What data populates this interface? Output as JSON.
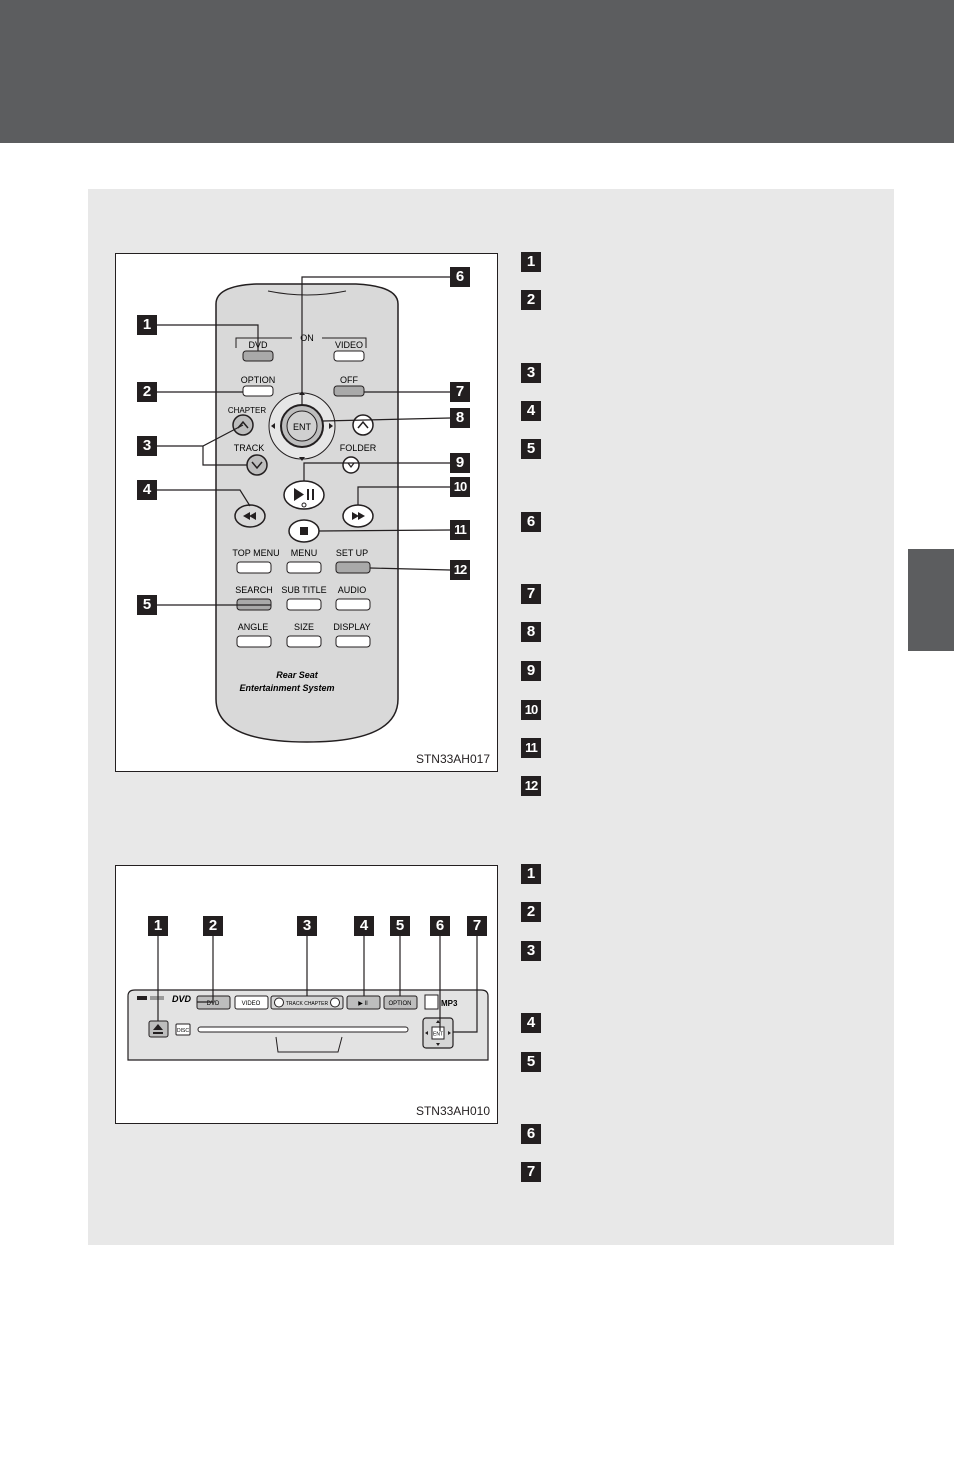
{
  "remote_figure": {
    "code": "STN33AH017",
    "callouts": [
      "1",
      "2",
      "3",
      "4",
      "5",
      "6",
      "7",
      "8",
      "9",
      "10",
      "11",
      "12"
    ],
    "labels": {
      "on": "ON",
      "dvd": "DVD",
      "video": "VIDEO",
      "option": "OPTION",
      "off": "OFF",
      "chapter": "CHAPTER",
      "track": "TRACK",
      "folder": "FOLDER",
      "ent": "ENT",
      "top_menu": "TOP MENU",
      "menu": "MENU",
      "set_up": "SET  UP",
      "search": "SEARCH",
      "sub_title": "SUB TITLE",
      "audio": "AUDIO",
      "angle": "ANGLE",
      "size": "SIZE",
      "display": "DISPLAY",
      "brand_line1": "Rear Seat",
      "brand_line2": "Entertainment System"
    }
  },
  "player_figure": {
    "code": "STN33AH010",
    "callouts": [
      "1",
      "2",
      "3",
      "4",
      "5",
      "6",
      "7"
    ],
    "labels": {
      "dvd": "DVD",
      "video": "VIDEO",
      "track_chapter": "TRACK CHAPTER",
      "play_pause": "▶ II",
      "option": "OPTION",
      "mp3": "MP3",
      "disc": "DISC",
      "ent": "ENT"
    }
  },
  "remote_list_badges": [
    "1",
    "2",
    "3",
    "4",
    "5",
    "6",
    "7",
    "8",
    "9",
    "10",
    "11",
    "12"
  ],
  "player_list_badges": [
    "1",
    "2",
    "3",
    "4",
    "5",
    "6",
    "7"
  ]
}
